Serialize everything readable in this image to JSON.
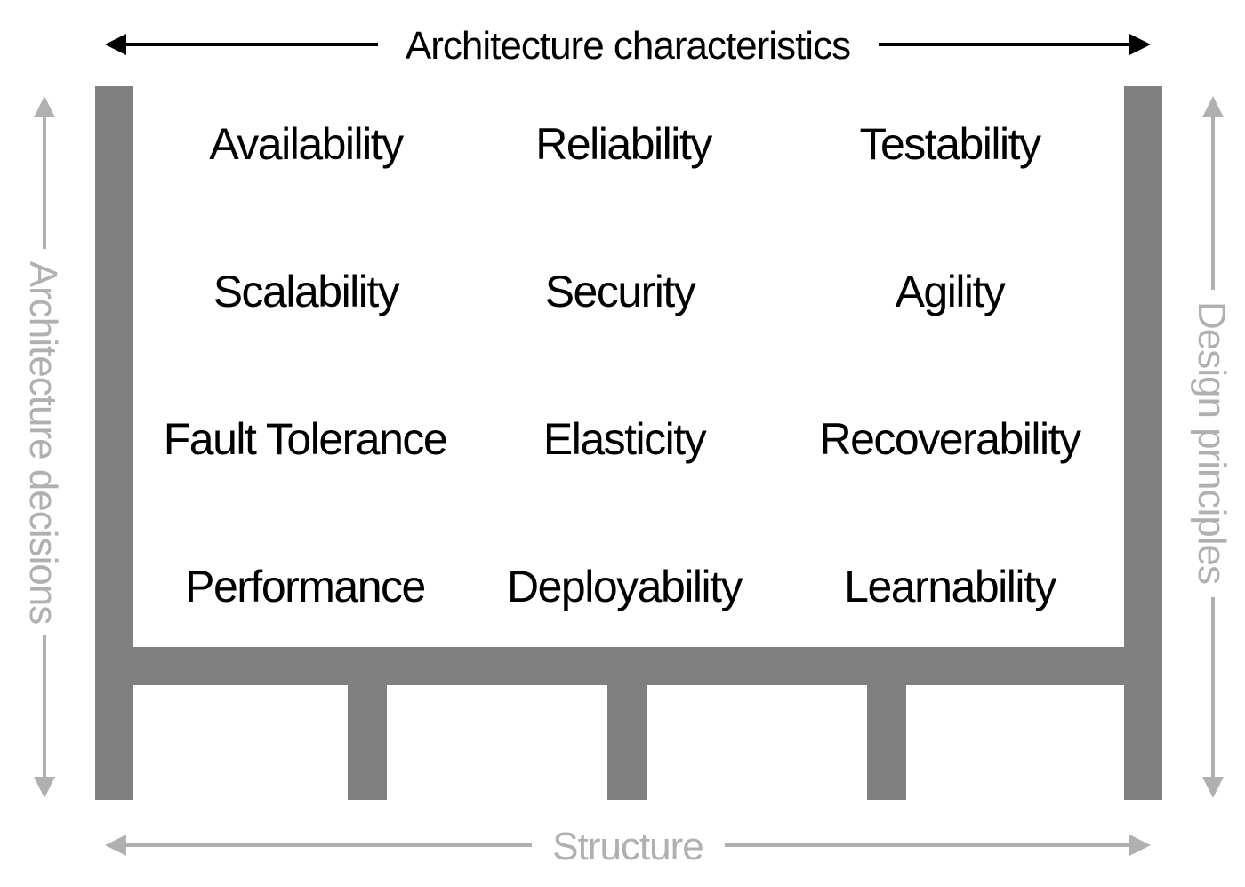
{
  "labels": {
    "top": "Architecture characteristics",
    "bottom": "Structure",
    "left": "Architecture decisions",
    "right": "Design principles"
  },
  "characteristics": [
    [
      "Availability",
      "Reliability",
      "Testability"
    ],
    [
      "Scalability",
      "Security",
      "Agility"
    ],
    [
      "Fault Tolerance",
      "Elasticity",
      "Recoverability"
    ],
    [
      "Performance",
      "Deployability",
      "Learnability"
    ]
  ],
  "colors": {
    "structure": "#808080",
    "primary_text": "#000000",
    "secondary": "#b0b0b0"
  }
}
